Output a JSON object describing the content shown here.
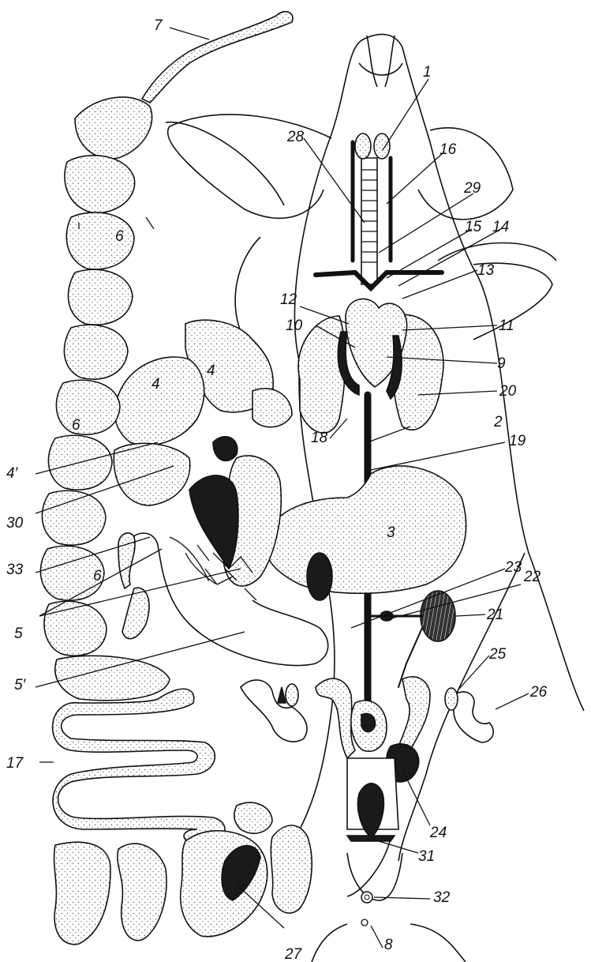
{
  "labels": {
    "l1": "1",
    "l2": "2",
    "l3": "3",
    "l4a": "4",
    "l4b": "4",
    "l4prime": "4′",
    "l5": "5",
    "l5prime": "5′",
    "l6a": "6",
    "l6b": "6",
    "l6c": "6",
    "l7": "7",
    "l8": "8",
    "l9": "9",
    "l10": "10",
    "l11": "11",
    "l12": "12",
    "l13": "13",
    "l14": "14",
    "l15": "15",
    "l16": "16",
    "l17": "17",
    "l18": "18",
    "l19": "19",
    "l20": "20",
    "l21": "21",
    "l22": "22",
    "l23": "23",
    "l24": "24",
    "l25": "25",
    "l26": "26",
    "l27": "27",
    "l28": "28",
    "l29": "29",
    "l30": "30",
    "l31": "31",
    "l32": "32",
    "l33": "33"
  },
  "colors": {
    "ink": "#111111",
    "background": "#ffffff",
    "stipple": "#555555"
  }
}
